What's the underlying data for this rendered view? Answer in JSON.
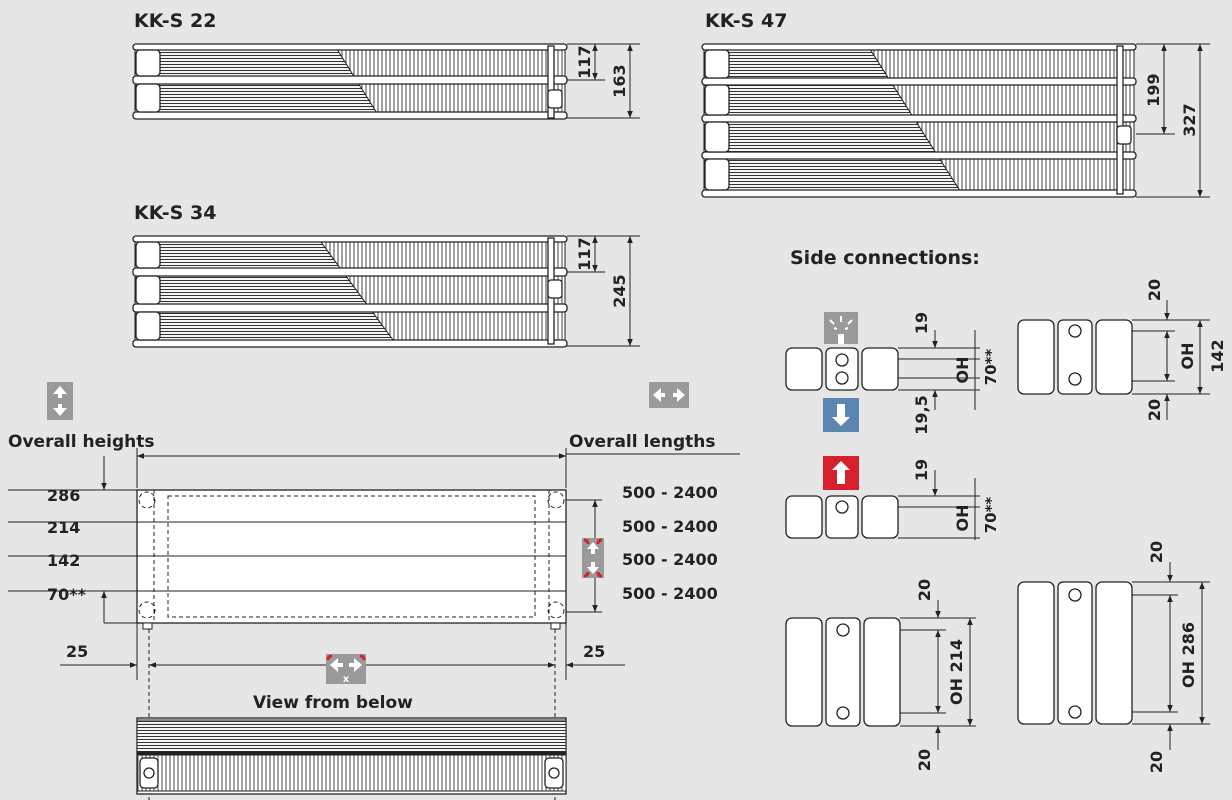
{
  "models": [
    {
      "id": "kk22",
      "title": "KK-S 22",
      "inner": "117",
      "outer": "163"
    },
    {
      "id": "kk34",
      "title": "KK-S 34",
      "inner": "117",
      "outer": "245"
    },
    {
      "id": "kk47",
      "title": "KK-S 47",
      "inner": "199",
      "outer": "327"
    }
  ],
  "front": {
    "heights_label": "Overall heights",
    "lengths_label": "Overall lengths",
    "heights": [
      "286",
      "214",
      "142",
      "70**"
    ],
    "lengths": [
      "500 - 2400",
      "500 - 2400",
      "500 - 2400",
      "500 - 2400"
    ],
    "side_offset": "25",
    "view_below": "View from below",
    "x_mark": "x"
  },
  "side": {
    "title": "Side connections:",
    "d20": "20",
    "d19": "19",
    "d195": "19,5",
    "oh": "OH",
    "oh70": "70**",
    "oh142": "142",
    "oh214": "OH 214",
    "oh286": "OH 286"
  },
  "colors": {
    "supply": "#d6202b",
    "return": "#5b86b0",
    "grey_icon": "#9a9a9c"
  },
  "icons": [
    "height-arrows-icon",
    "length-arrows-icon",
    "adjust-height-icon",
    "adjust-length-icon",
    "vent-icon",
    "flow-down-icon",
    "flow-up-icon"
  ]
}
